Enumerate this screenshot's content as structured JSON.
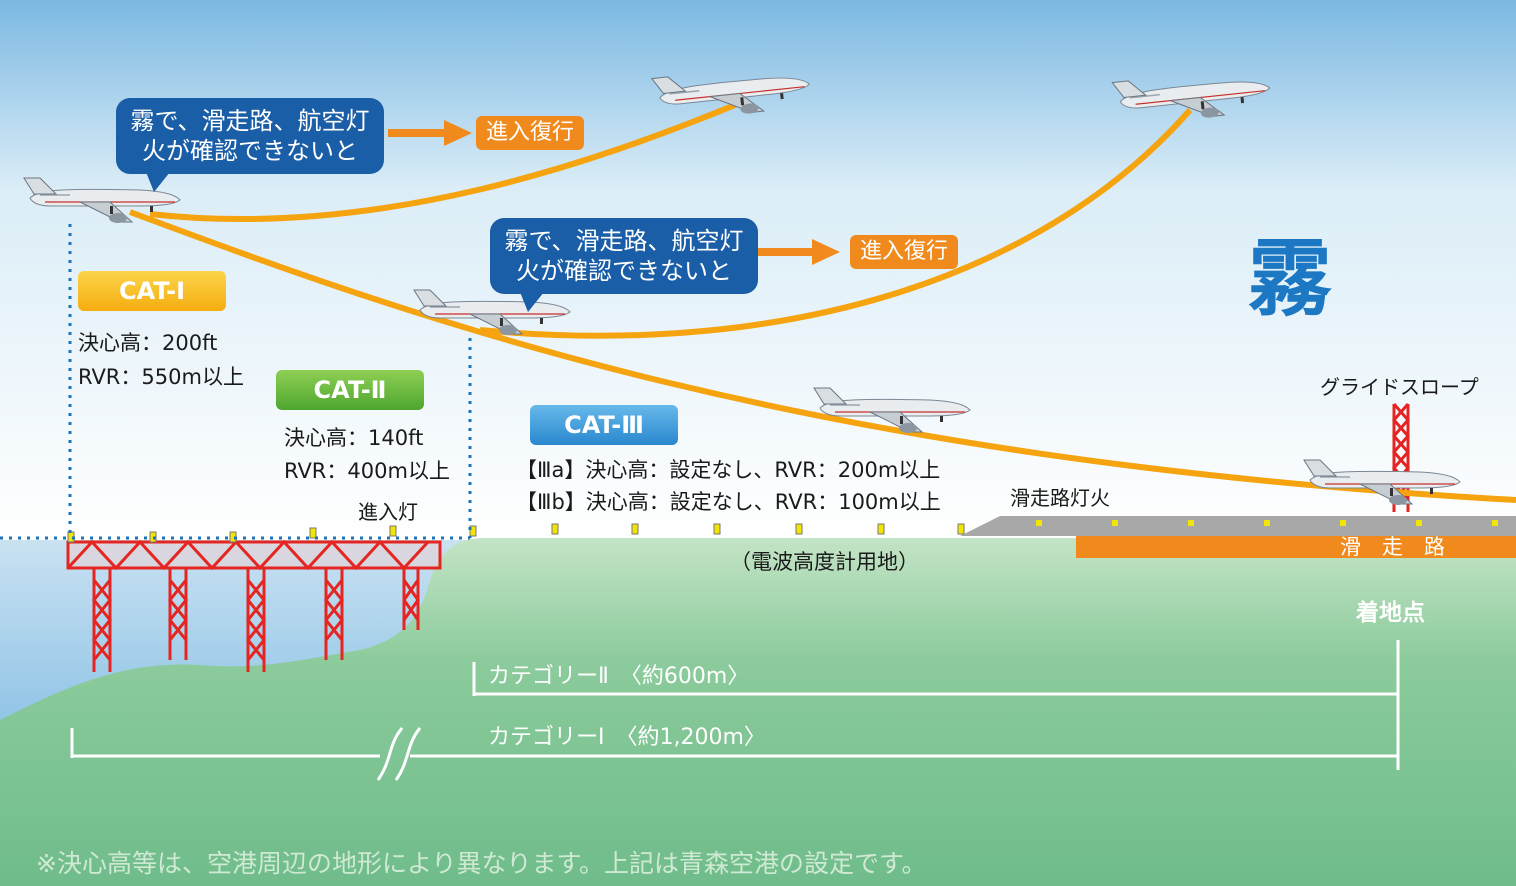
{
  "bubble_text": "霧で、滑走路、航空灯火が確認できないと",
  "go_around": "進入復行",
  "fog": "霧",
  "cat1": {
    "badge": "CAT-Ⅰ",
    "dh": "決心高：200ft",
    "rvr": "RVR：550m以上"
  },
  "cat2": {
    "badge": "CAT-Ⅱ",
    "dh": "決心高：140ft",
    "rvr": "RVR：400m以上"
  },
  "cat3": {
    "badge": "CAT-Ⅲ",
    "a": "【Ⅲa】決心高：設定なし、RVR：200m以上",
    "b": "【Ⅲb】決心高：設定なし、RVR：100m以上"
  },
  "labels": {
    "approach_lights": "進入灯",
    "runway_lights": "滑走路灯火",
    "glide_slope": "グライドスロープ",
    "radio_altimeter_area": "（電波高度計用地）",
    "runway": "滑　走　路",
    "touchdown": "着地点"
  },
  "distances": {
    "cat2": "カテゴリーⅡ　〈約600m〉",
    "cat1": "カテゴリーⅠ　〈約1,200m〉"
  },
  "footnote": "※決心高等は、空港周辺の地形により異なります。上記は青森空港の設定です。",
  "colors": {
    "sky_top": "#7bb8e2",
    "ground": "#6fbc8a",
    "path": "#f5a30f",
    "bubble": "#1a5ea7",
    "go_around": "#f08a1c",
    "tower": "#e52521"
  }
}
